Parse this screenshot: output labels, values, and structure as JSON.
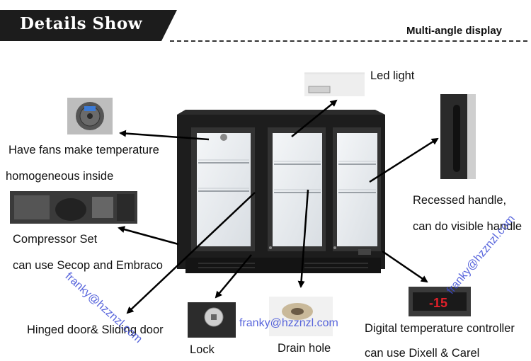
{
  "header": {
    "title": "Details Show",
    "subtitle": "Multi-angle display"
  },
  "labels": {
    "led": "Led light",
    "fans_1": "Have fans make temperature",
    "fans_2": "homogeneous inside",
    "compressor_1": "Compressor Set",
    "compressor_2": "can use Secop and Embraco",
    "door": "Hinged door& Sliding door",
    "lock": "Lock",
    "drain": "Drain hole",
    "handle_1": "Recessed handle,",
    "handle_2": "can do visible handle",
    "controller_1": "Digital temperature controller",
    "controller_2": "can use Dixell & Carel"
  },
  "display": {
    "reading": "-15"
  },
  "watermarks": {
    "left": "franky@hzznzl.com",
    "center": "franky@hzznzl.com",
    "right": "franky@hzznzl.com"
  },
  "colors": {
    "header_bg": "#1c1c1c",
    "watermark": "#3b4bd6",
    "display_digits": "#e0202a"
  }
}
